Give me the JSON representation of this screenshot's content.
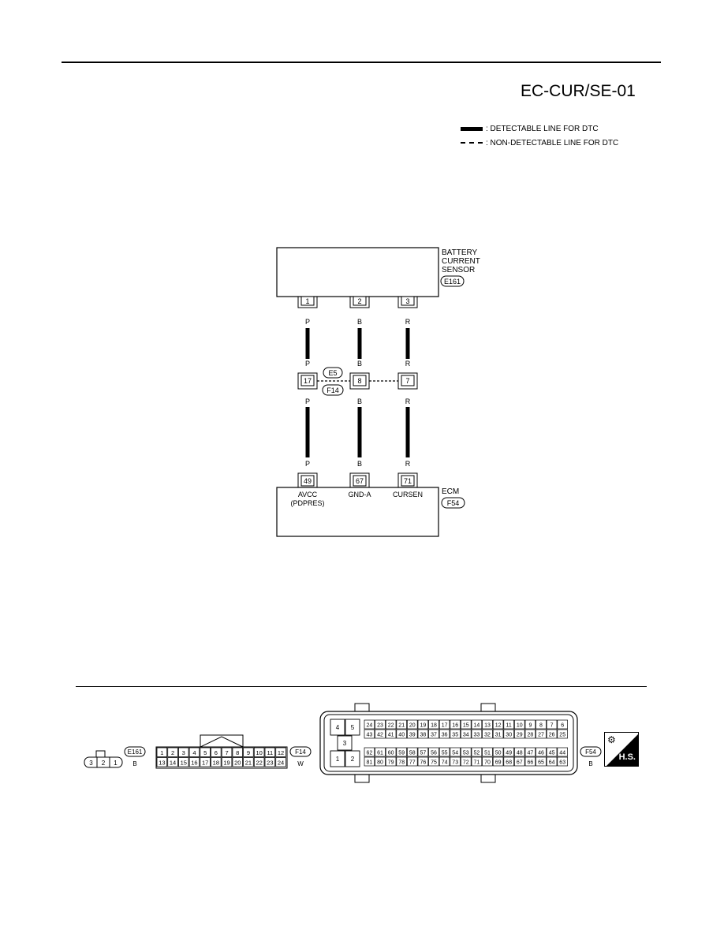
{
  "header": {
    "diagram_id": "EC-CUR/SE-01"
  },
  "legend": {
    "detectable": ": DETECTABLE LINE FOR DTC",
    "non_detectable": ": NON-DETECTABLE LINE FOR DTC"
  },
  "sensor": {
    "name_lines": [
      "BATTERY",
      "CURRENT",
      "SENSOR"
    ],
    "connector": "E161",
    "pins": [
      "1",
      "2",
      "3"
    ]
  },
  "wires": [
    {
      "color": "P",
      "top_pin": "1",
      "joint_pin": "17",
      "ecm_pin": "49",
      "ecm_label_lines": [
        "AVCC",
        "(PDPRES)"
      ]
    },
    {
      "color": "B",
      "top_pin": "2",
      "joint_pin": "8",
      "ecm_pin": "67",
      "ecm_label_lines": [
        "GND-A"
      ]
    },
    {
      "color": "R",
      "top_pin": "3",
      "joint_pin": "7",
      "ecm_pin": "71",
      "ecm_label_lines": [
        "CURSEN"
      ]
    }
  ],
  "joint_connectors": {
    "upper": "E5",
    "lower": "F14"
  },
  "ecm": {
    "name": "ECM",
    "connector": "F54"
  },
  "connector_views": {
    "e161": {
      "id": "E161",
      "color": "B",
      "pins": [
        "3",
        "2",
        "1"
      ]
    },
    "f14": {
      "id": "F14",
      "color": "W",
      "row1": [
        "1",
        "2",
        "3",
        "4",
        "5",
        "6",
        "7",
        "8",
        "9",
        "10",
        "11",
        "12"
      ],
      "row2": [
        "13",
        "14",
        "15",
        "16",
        "17",
        "18",
        "19",
        "20",
        "21",
        "22",
        "23",
        "24"
      ]
    },
    "f54": {
      "id": "F54",
      "color": "B",
      "small_block": {
        "top": [
          "4",
          "5"
        ],
        "middle": [
          "3"
        ],
        "bottom": [
          "1",
          "2"
        ]
      },
      "rows": [
        [
          "24",
          "23",
          "22",
          "21",
          "20",
          "19",
          "18",
          "17",
          "16",
          "15",
          "14",
          "13",
          "12",
          "11",
          "10",
          "9",
          "8",
          "7",
          "6"
        ],
        [
          "43",
          "42",
          "41",
          "40",
          "39",
          "38",
          "37",
          "36",
          "35",
          "34",
          "33",
          "32",
          "31",
          "30",
          "29",
          "28",
          "27",
          "26",
          "25"
        ],
        [
          "62",
          "61",
          "60",
          "59",
          "58",
          "57",
          "56",
          "55",
          "54",
          "53",
          "52",
          "51",
          "50",
          "49",
          "48",
          "47",
          "46",
          "45",
          "44"
        ],
        [
          "81",
          "80",
          "79",
          "78",
          "77",
          "76",
          "75",
          "74",
          "73",
          "72",
          "71",
          "70",
          "69",
          "68",
          "67",
          "66",
          "65",
          "64",
          "63"
        ]
      ]
    }
  },
  "harness_icon": {
    "label": "H.S.",
    "icon": "harness-tool-icon"
  }
}
